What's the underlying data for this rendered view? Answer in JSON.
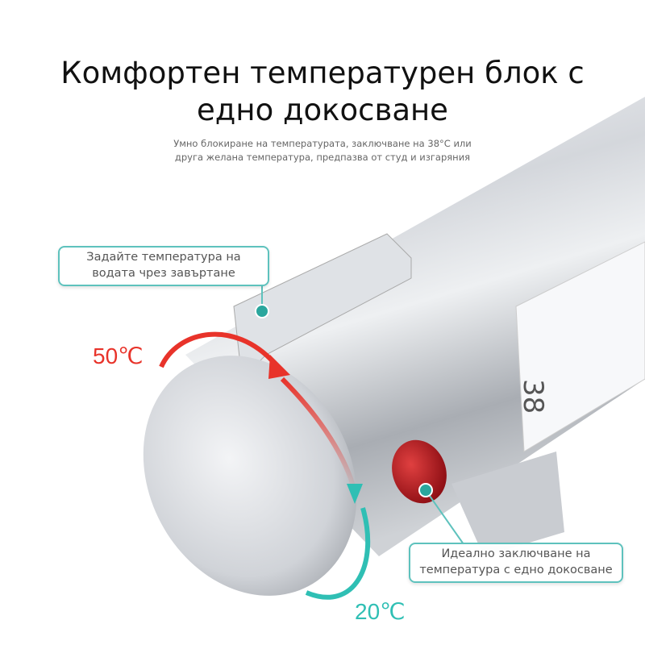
{
  "header": {
    "title_line1": "Комфортен температурен блок с",
    "title_line2": "едно докосване",
    "subtitle_line1": "Умно блокиране на температурата, заключване на 38°C или",
    "subtitle_line2": "друга желана температура, предпазва от студ и изгаряния"
  },
  "callouts": {
    "set_temperature_line1": "Задайте температура на",
    "set_temperature_line2": "водата чрез завъртане",
    "lock_line1": "Идеално заключване на",
    "lock_line2": "температура с едно докосване"
  },
  "temperatures": {
    "hot": "50℃",
    "cold": "20℃",
    "dial_value": "38"
  },
  "colors": {
    "hot": "#e8332a",
    "cold": "#2fbfb4",
    "accent": "#5ec2bd",
    "button": "#c0141c"
  }
}
